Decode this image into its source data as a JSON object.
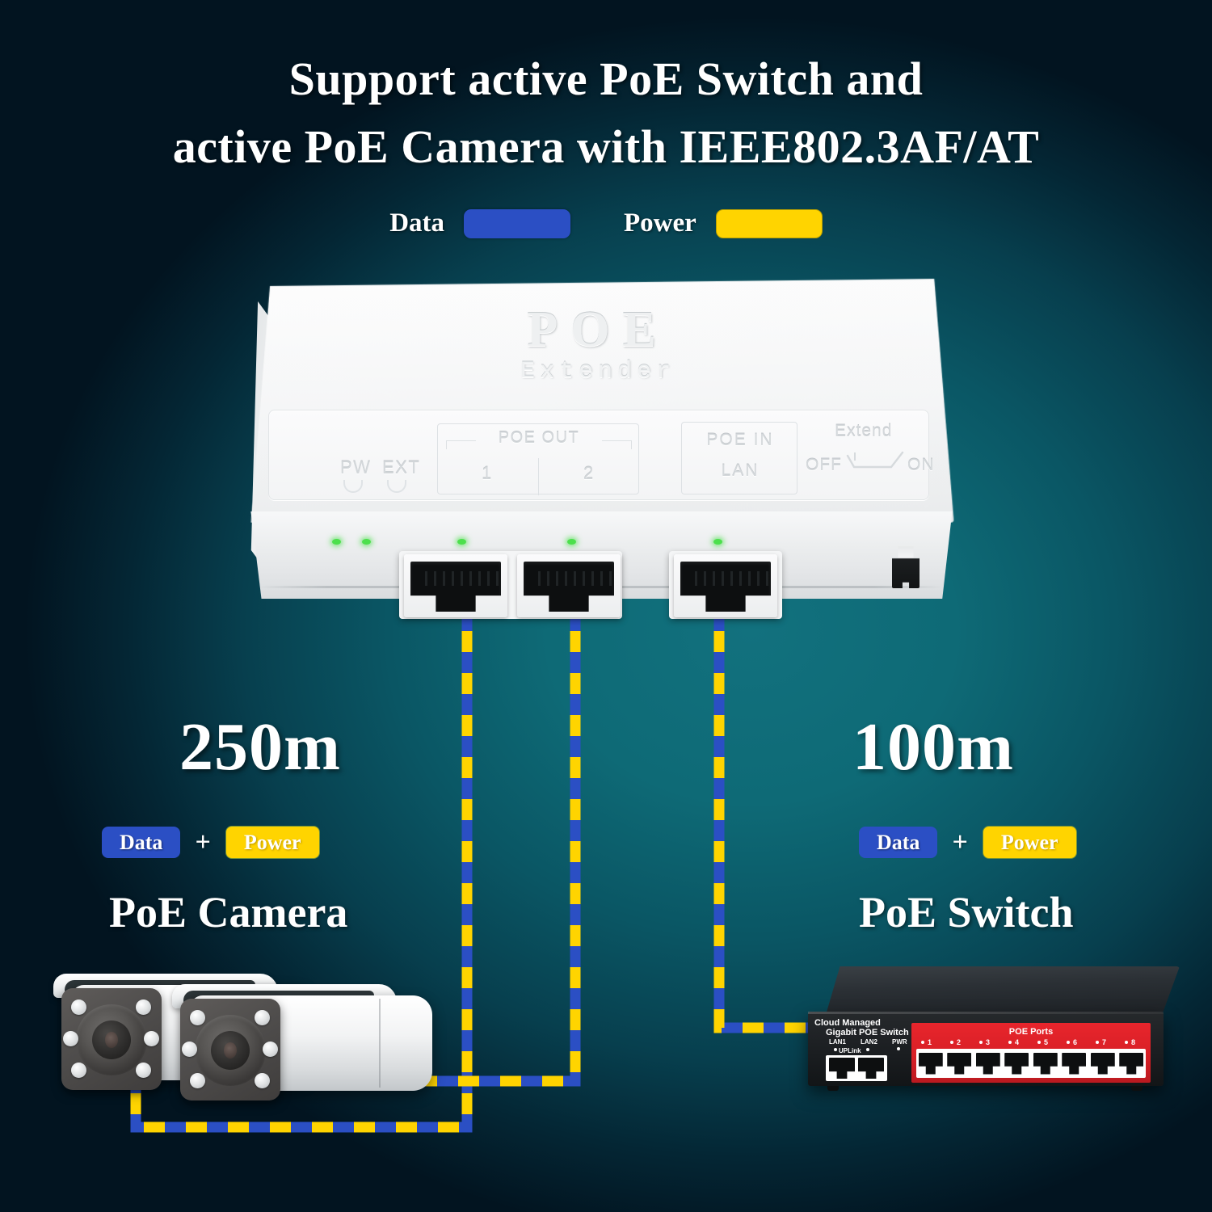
{
  "title": {
    "line1": "Support active PoE Switch and",
    "line2": "active PoE Camera with IEEE802.3AF/AT"
  },
  "legend": {
    "data_label": "Data",
    "power_label": "Power",
    "data_color": "#2b4fc4",
    "power_color": "#ffd400"
  },
  "extender": {
    "brand": "POE",
    "model": "Extender",
    "led_pw": "PW",
    "led_ext": "EXT",
    "poe_out_title": "POE OUT",
    "poe_out_port1": "1",
    "poe_out_port2": "2",
    "poe_in_line1": "POE  IN",
    "poe_in_line2": "LAN",
    "switch_title": "Extend",
    "switch_off": "OFF",
    "switch_on": "ON"
  },
  "left_branch": {
    "distance": "250m",
    "data_label": "Data",
    "plus": "+",
    "power_label": "Power",
    "caption": "PoE Camera"
  },
  "right_branch": {
    "distance": "100m",
    "data_label": "Data",
    "plus": "+",
    "power_label": "Power",
    "caption": "PoE Switch"
  },
  "poe_switch": {
    "brand_line1": "Cloud Managed",
    "brand_line2": "Gigabit POE Switch",
    "lan1": "LAN1",
    "lan2": "LAN2",
    "uplink": "UPLink",
    "pwr": "PWR",
    "ports_title": "POE Ports",
    "port_numbers": [
      "1",
      "2",
      "3",
      "4",
      "5",
      "6",
      "7",
      "8"
    ]
  },
  "colors": {
    "cable_data": "#2b4fc4",
    "cable_power": "#ffd400",
    "background_dark": "#021420",
    "background_teal": "#0e6a76",
    "switch_red": "#d61f26",
    "led_green": "#4ce04c"
  }
}
